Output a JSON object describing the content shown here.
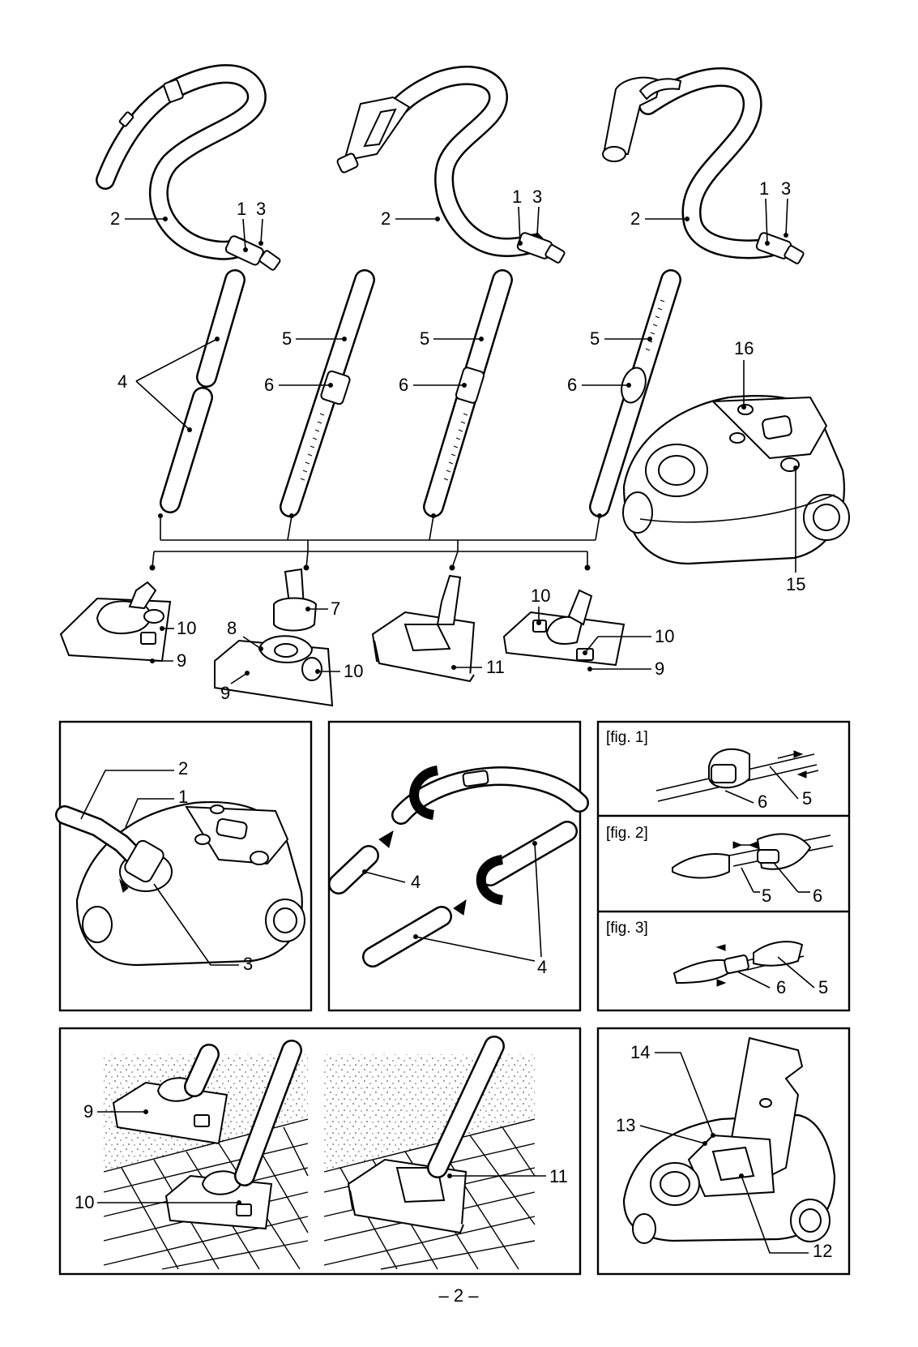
{
  "labels": {
    "hose_connector": "1",
    "hose": "2",
    "hose_button": "3",
    "tubes": "4",
    "tube_upper": "5",
    "tube_clip": "6",
    "parquet_adapter": "7",
    "parquet_brush": "8",
    "floor_nozzle": "9",
    "pedal": "10",
    "turbo_nozzle": "11",
    "bag_holder": "12",
    "filter": "13",
    "motor_filter": "14",
    "cord_button": "15",
    "power_button": "16"
  },
  "figures": {
    "fig1": "[fig. 1]",
    "fig2": "[fig. 2]",
    "fig3": "[fig. 3]"
  },
  "page_number": "– 2 –"
}
